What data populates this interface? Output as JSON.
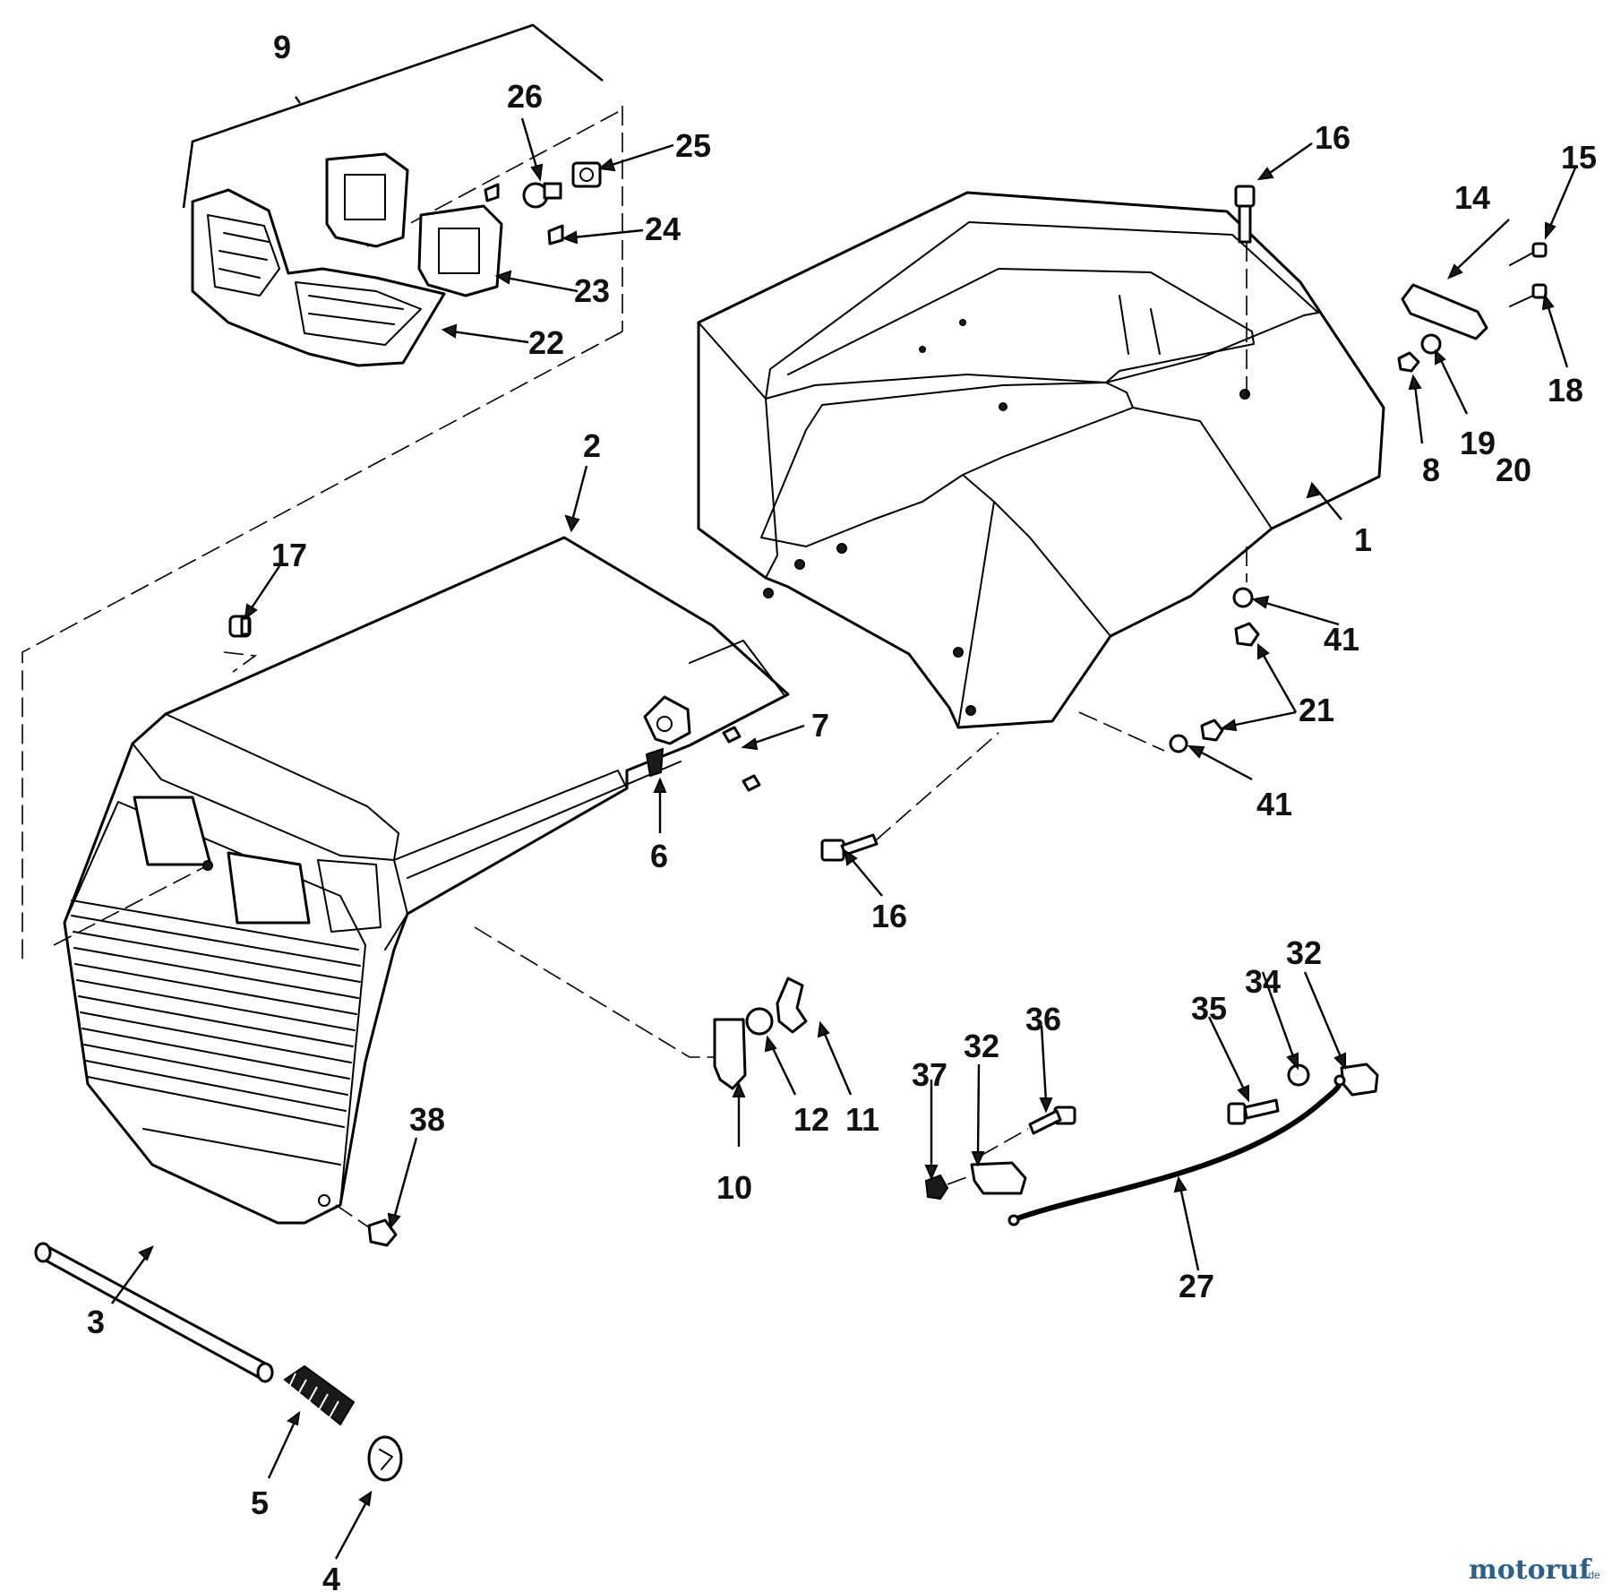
{
  "callouts": {
    "c1": "1",
    "c2": "2",
    "c3": "3",
    "c4": "4",
    "c5": "5",
    "c6": "6",
    "c7": "7",
    "c8": "8",
    "c9": "9",
    "c10": "10",
    "c11": "11",
    "c12": "12",
    "c14": "14",
    "c15": "15",
    "c16a": "16",
    "c16b": "16",
    "c17": "17",
    "c18": "18",
    "c19": "19",
    "c20": "20",
    "c21": "21",
    "c22": "22",
    "c23": "23",
    "c24": "24",
    "c25": "25",
    "c26": "26",
    "c27": "27",
    "c32a": "32",
    "c32b": "32",
    "c34": "34",
    "c35": "35",
    "c36": "36",
    "c37": "37",
    "c38": "38",
    "c41a": "41",
    "c41b": "41"
  },
  "watermark": {
    "brand": "motoruf",
    "accent": ".de"
  },
  "colors": {
    "line": "#000000",
    "watermark_blue": "#2c5f8a",
    "watermark_red": "#c0392b"
  }
}
